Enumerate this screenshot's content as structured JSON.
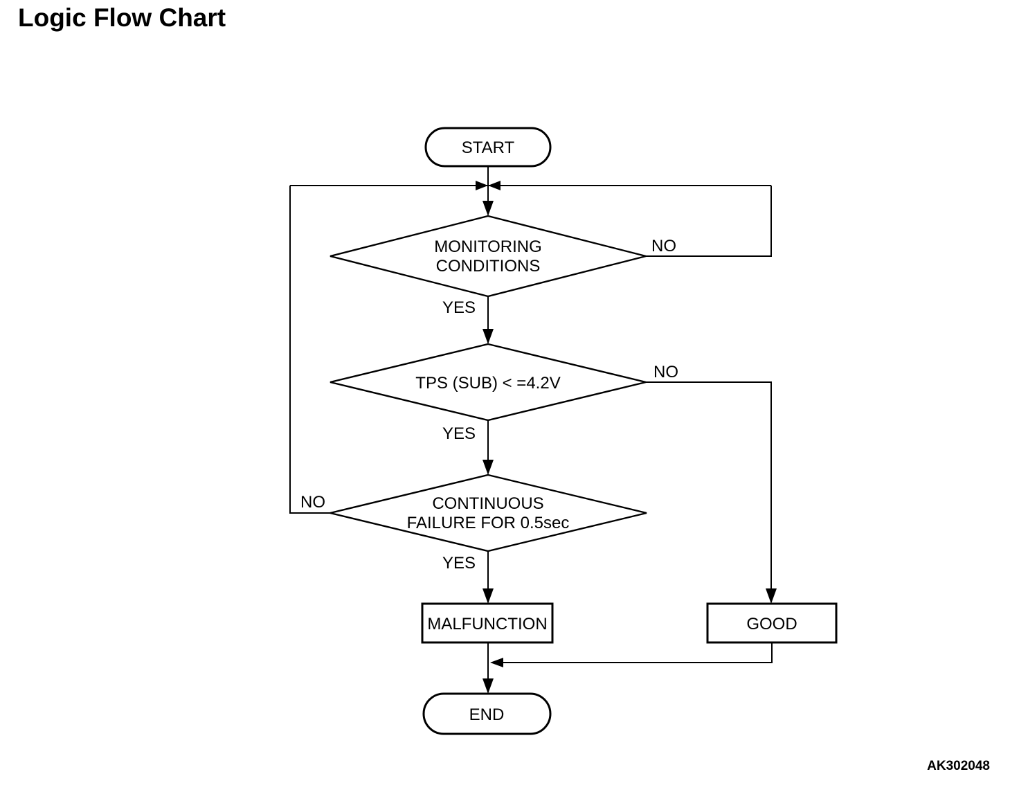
{
  "page": {
    "title": "Logic Flow Chart",
    "figure_code": "AK302048",
    "colors": {
      "ink": "#000000",
      "background": "#ffffff"
    }
  },
  "flowchart": {
    "start": {
      "label": "START"
    },
    "decisions": [
      {
        "line1": "MONITORING",
        "line2": "CONDITIONS",
        "yes": "YES",
        "no": "NO"
      },
      {
        "label": "TPS (SUB) < =4.2V",
        "yes": "YES",
        "no": "NO"
      },
      {
        "line1": "CONTINUOUS",
        "line2": "FAILURE FOR 0.5sec",
        "yes": "YES",
        "no": "NO"
      }
    ],
    "outcomes": {
      "malfunction": {
        "label": "MALFUNCTION"
      },
      "good": {
        "label": "GOOD"
      }
    },
    "end": {
      "label": "END"
    }
  }
}
